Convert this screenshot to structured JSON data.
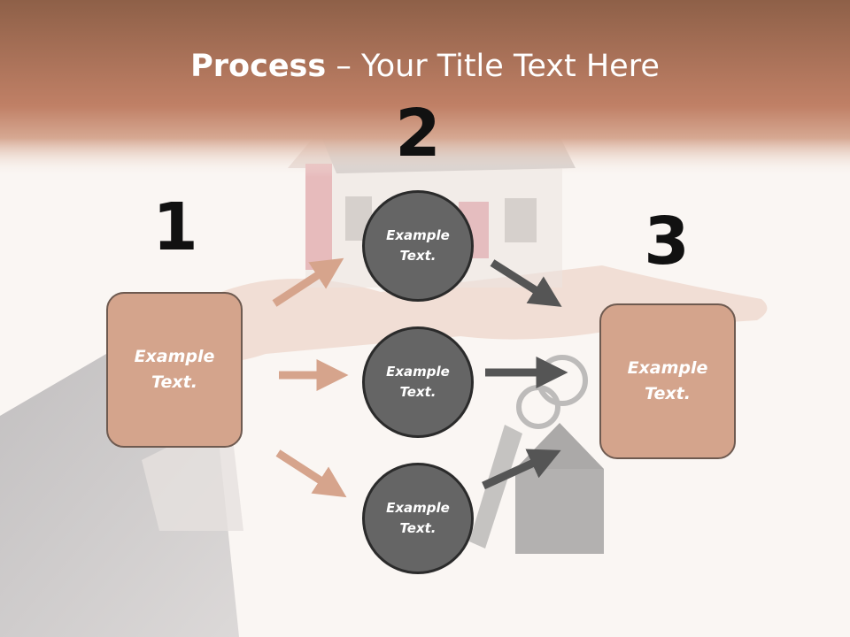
{
  "title": {
    "bold": "Process",
    "rest": " – Your Title Text Here"
  },
  "steps": [
    {
      "number": "1",
      "text": "Example\nText."
    },
    {
      "number": "2",
      "text": "Example\nText."
    },
    {
      "number": "3",
      "text": "Example\nText."
    }
  ],
  "middle_nodes": [
    {
      "text": "Example\nText."
    },
    {
      "text": "Example\nText."
    },
    {
      "text": "Example\nText."
    }
  ],
  "colors": {
    "header_band": "#b9785a",
    "box_fill": "#d4a48c",
    "box_border": "#6e5a50",
    "circle_fill": "#656565",
    "circle_border": "#2b2b2b",
    "arrow_left": "#d6a48c",
    "arrow_right": "#555555"
  },
  "background_image": "house-on-hand-with-keys"
}
